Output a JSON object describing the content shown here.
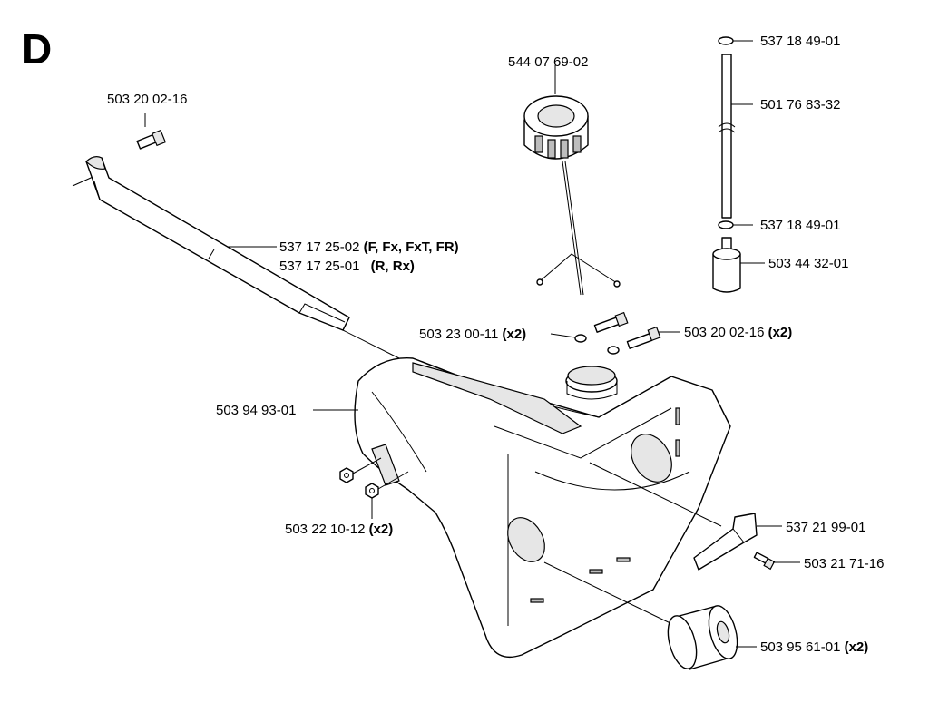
{
  "section_letter": "D",
  "labels": {
    "screw_top": {
      "number": "503 20 02-16",
      "qty": ""
    },
    "tube_primary": {
      "number": "537 17 25-02",
      "qty": "(F, Fx, FxT, FR)"
    },
    "tube_secondary": {
      "number": "537 17 25-01",
      "qty": "(R, Rx)"
    },
    "fuel_cap": {
      "number": "544 07 69-02",
      "qty": ""
    },
    "oring_top": {
      "number": "537 18 49-01",
      "qty": ""
    },
    "fuel_hose": {
      "number": "501 76 83-32",
      "qty": ""
    },
    "oring_bottom": {
      "number": "537 18 49-01",
      "qty": ""
    },
    "fuel_filter": {
      "number": "503 44 32-01",
      "qty": ""
    },
    "screw_washer": {
      "number": "503 23 00-11",
      "qty": "(x2)"
    },
    "screw_right": {
      "number": "503 20 02-16",
      "qty": "(x2)"
    },
    "tank_housing": {
      "number": "503 94 93-01",
      "qty": ""
    },
    "nut": {
      "number": "503 22 10-12",
      "qty": "(x2)"
    },
    "bracket": {
      "number": "537 21 99-01",
      "qty": ""
    },
    "small_screw": {
      "number": "503 21 71-16",
      "qty": ""
    },
    "damper": {
      "number": "503 95 61-01",
      "qty": "(x2)"
    }
  }
}
